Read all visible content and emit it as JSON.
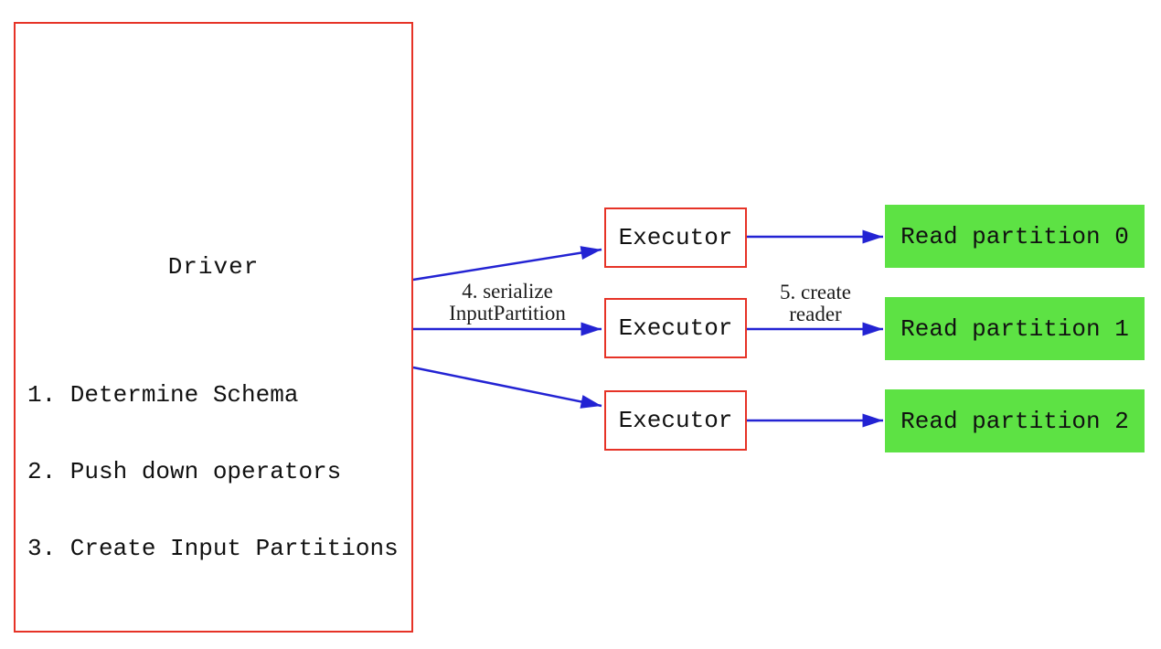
{
  "driver": {
    "title": "Driver",
    "steps": [
      "1. Determine Schema",
      "2. Push down operators",
      "3. Create Input Partitions"
    ]
  },
  "executors": [
    "Executor",
    "Executor",
    "Executor"
  ],
  "read_partitions": [
    "Read partition 0",
    "Read partition 1",
    "Read partition 2"
  ],
  "arrow_labels": {
    "serialize_line1": "4. serialize",
    "serialize_line2": "InputPartition",
    "reader_line1": "5. create",
    "reader_line2": "reader"
  },
  "colors": {
    "box_border_red": "#e63327",
    "arrow_blue": "#2323d3",
    "partition_green": "#5de244",
    "text": "#111111",
    "background": "#ffffff"
  }
}
